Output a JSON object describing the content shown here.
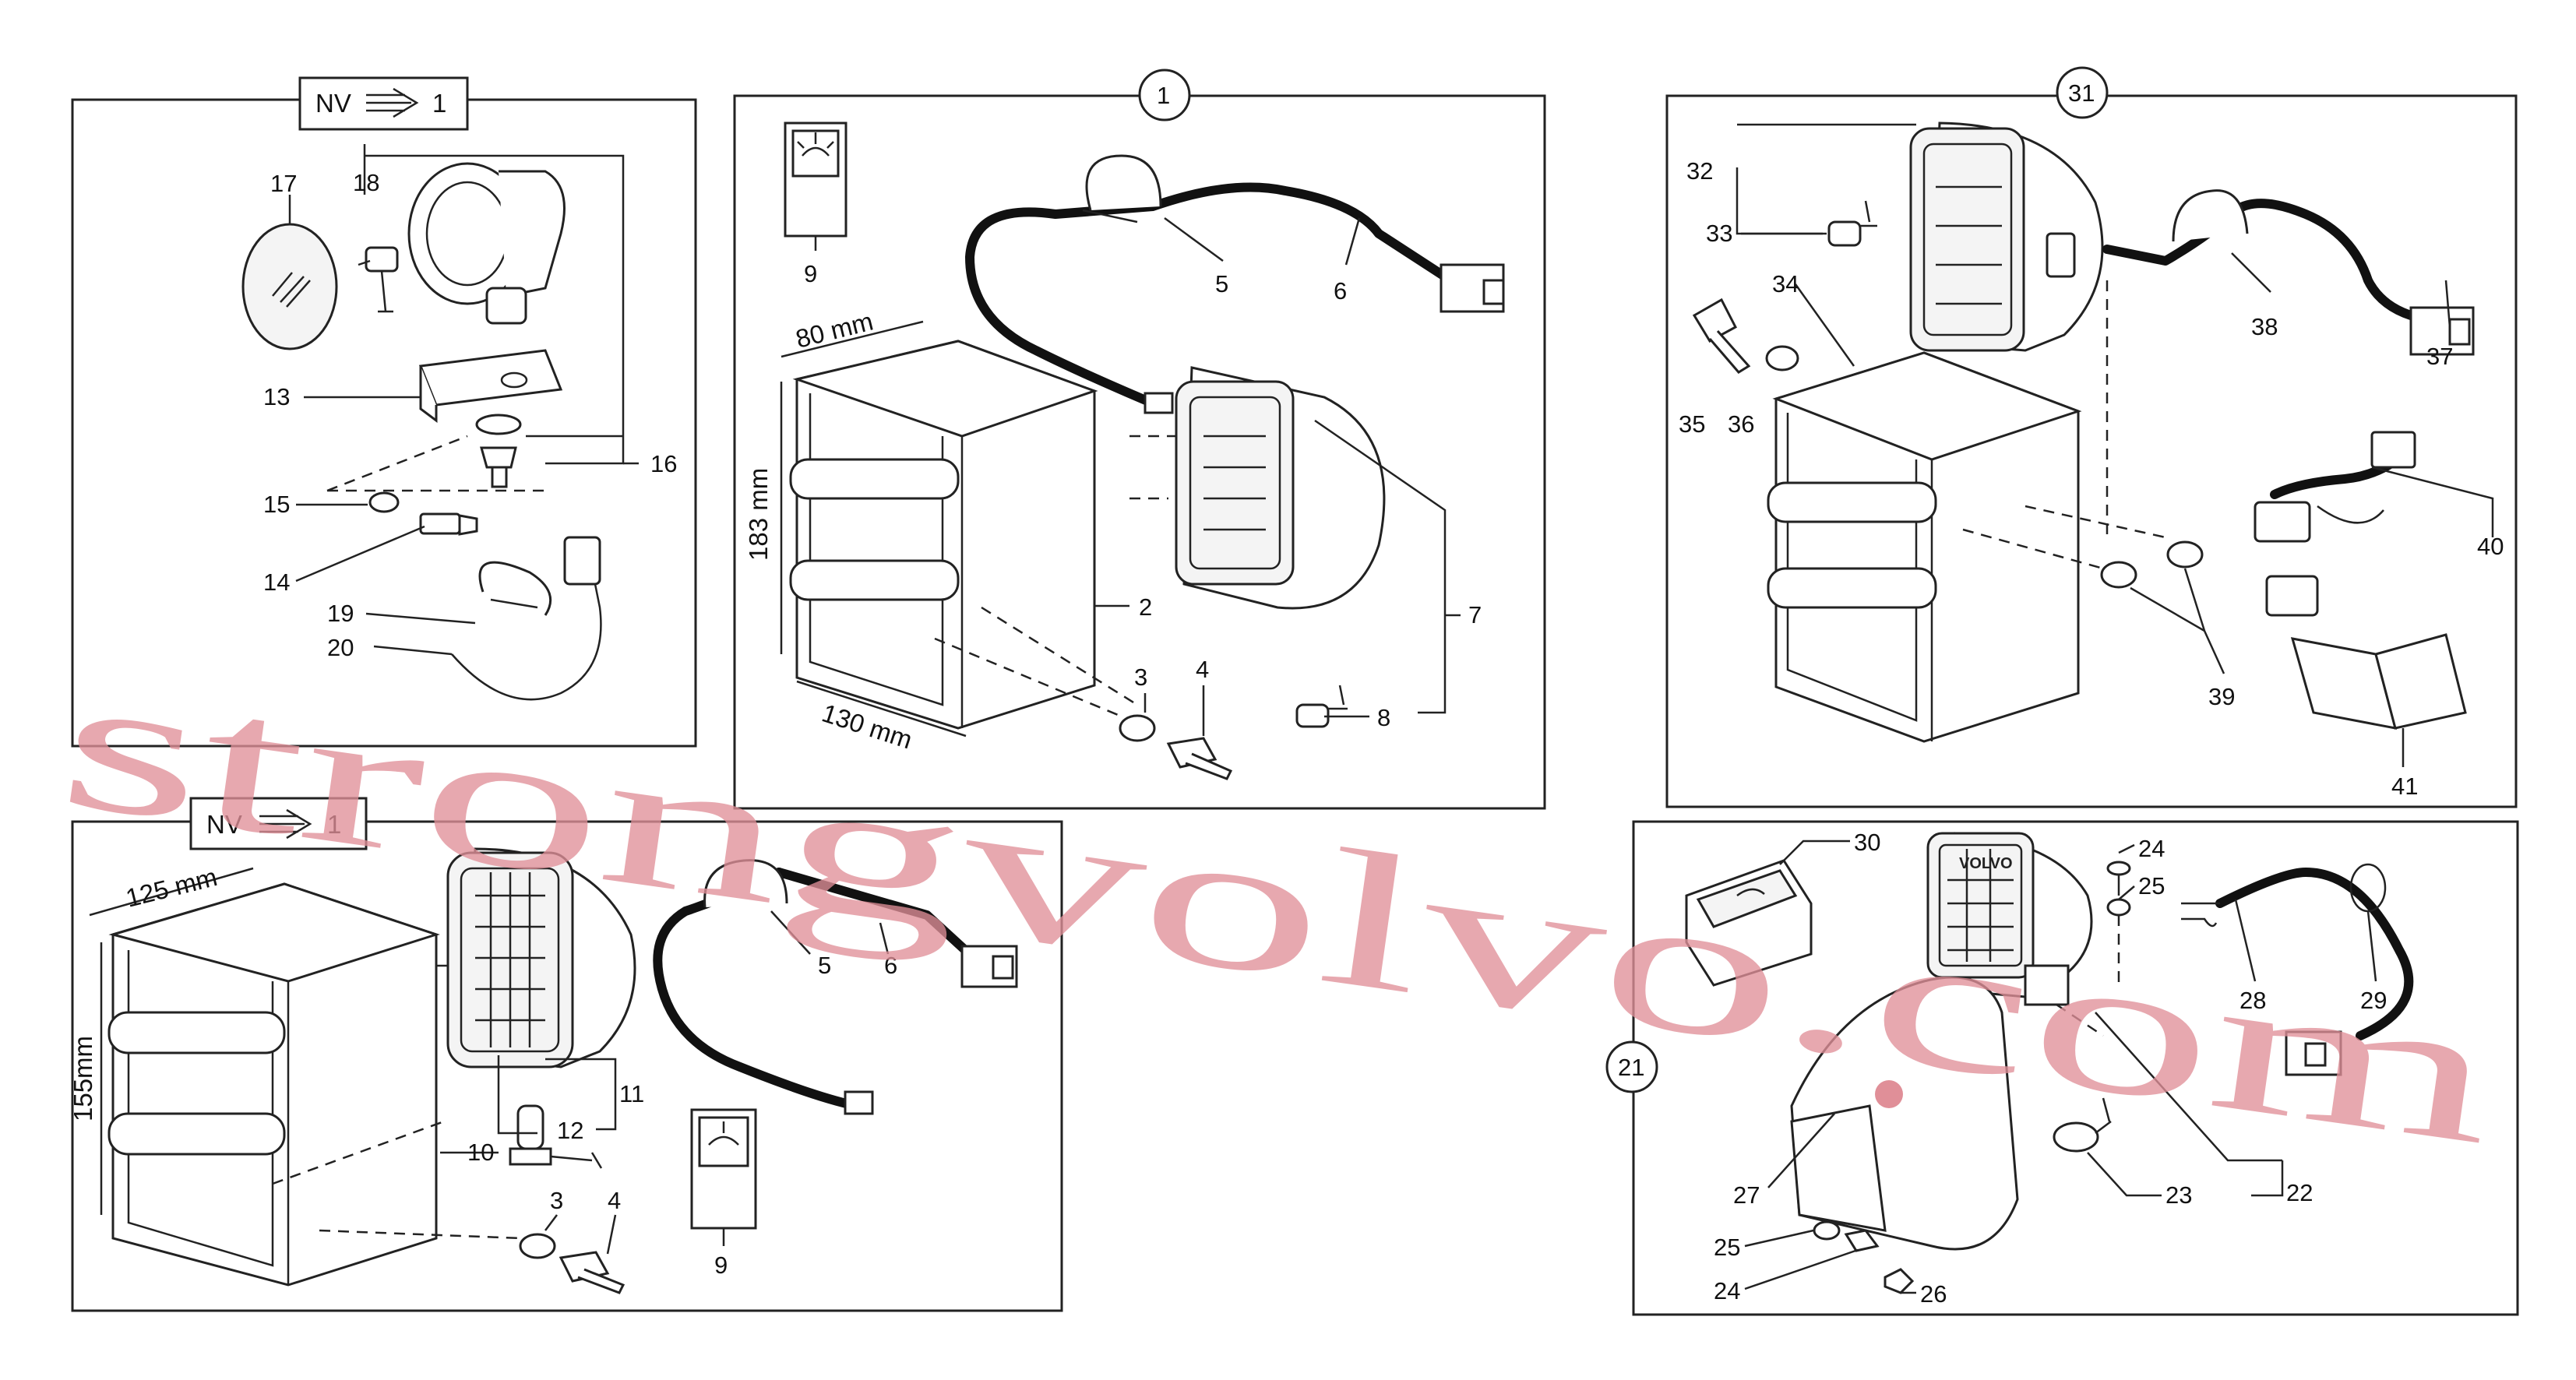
{
  "watermark": "strongvolvo.com",
  "panels": [
    {
      "id": "top-left",
      "badge": "NV",
      "badge_num": "1",
      "callouts": [
        "17",
        "18",
        "13",
        "15",
        "14",
        "19",
        "20",
        "16"
      ]
    },
    {
      "id": "top-center",
      "circle": "1",
      "dims": [
        "80 mm",
        "183 mm",
        "130 mm"
      ],
      "callouts": [
        "9",
        "5",
        "6",
        "2",
        "7",
        "3",
        "4",
        "8"
      ]
    },
    {
      "id": "top-right",
      "circle": "31",
      "callouts": [
        "32",
        "33",
        "34",
        "35",
        "36",
        "38",
        "37",
        "40",
        "39",
        "41"
      ]
    },
    {
      "id": "bottom-left",
      "badge": "NV",
      "badge_num": "1",
      "dims": [
        "125 mm",
        "155mm"
      ],
      "callouts": [
        "5",
        "6",
        "11",
        "12",
        "10",
        "3",
        "4",
        "9"
      ]
    },
    {
      "id": "bottom-right",
      "circle": "21",
      "brand": "VOLVO",
      "callouts": [
        "30",
        "24",
        "25",
        "28",
        "29",
        "27",
        "23",
        "22",
        "25",
        "24",
        "26"
      ]
    }
  ]
}
